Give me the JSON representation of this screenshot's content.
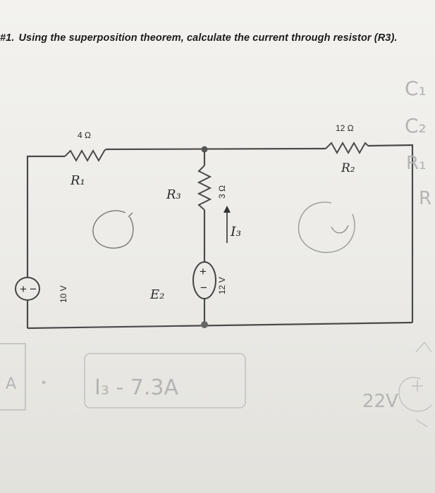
{
  "question": {
    "number": "#1.",
    "text": "Using the superposition theorem, calculate the current through resistor (R3)."
  },
  "circuit": {
    "r1_value": "4 Ω",
    "r2_value": "12 Ω",
    "r3_value": "3 Ω",
    "e1_value": "10 V",
    "e2_value": "12 V",
    "source_plus": "+",
    "source_minus": "−"
  },
  "handwriting": {
    "r1_label": "R₁",
    "r2_label": "R₂",
    "r3_label": "R₃",
    "e2_label": "E₂",
    "i3_label": "I₃",
    "answer": "I₃ - 7.3A",
    "margin_c1": "C₁",
    "margin_c2": "C₂",
    "margin_r1": "R₁",
    "margin_r": "R",
    "box_letter": "A",
    "note_22v": "22V"
  },
  "colors": {
    "ink": "#2a2a2a",
    "wire": "#4a4a4a",
    "pencil_faint": "#b5b5b5"
  }
}
